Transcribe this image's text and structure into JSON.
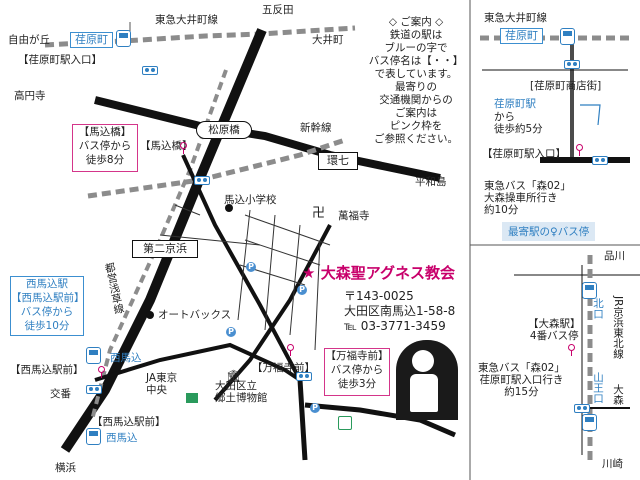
{
  "roads": {
    "tokyu_line": "東急大井町線",
    "gotanda": "五反田",
    "jiyugaoka": "自由が丘",
    "oimachi": "大井町",
    "takabanji": "高円寺",
    "shinkansen": "新幹線",
    "heiwajima": "平和島",
    "kan7": "環七",
    "dai2keihin": "第二京浜",
    "toei_asakusa": "都営浅草線",
    "yokohama": "横浜",
    "koban": "交番",
    "matsubarabashi": "松原橋"
  },
  "labels": {
    "ebaramachi_station": "荏原町",
    "ebaramachi_entrance": "【荏原町駅入口】",
    "magomebashi": "【馬込橋】",
    "magome_elem": "馬込小学校",
    "kofukuji": "萬福寺",
    "autobacs": "オートバックス",
    "ja_tokyo": "JA東京\n中央",
    "museum": "大田区立\n郷土博物館",
    "manpukuji_stop": "【万福寺前】",
    "nishimagome_station": "西馬込",
    "nishimagome_front": "【西馬込駅前】",
    "magome_station": "西馬込"
  },
  "boxes": {
    "magomebashi": "【馬込橋】\nバス停から\n徒歩8分",
    "nishimagome": "西馬込駅\n【西馬込駅前】\nバス停から\n徒歩10分",
    "manpukuji": "【万福寺前】\nバス停から\n徒歩3分"
  },
  "guide": {
    "text": "◇ ご案内 ◇\n鉄道の駅は\nブルーの字で\nバス停名は【・・】\nで表しています。\n最寄りの\n交通機関からの\nご案内は\nピンク枠を\nご参照ください。"
  },
  "church": {
    "name": "大森聖アグネス教会",
    "postal": "〒143-0025",
    "address": "大田区南馬込1-58-8",
    "tel": "℡ 03-3771-3459"
  },
  "inset_top": {
    "line": "東急大井町線",
    "station": "荏原町",
    "street": "[荏原町商店街]",
    "station_blue": "荏原町駅",
    "walk": "から\n徒歩約5分",
    "entrance": "【荏原町駅入口】",
    "bus": "東急バス「森02」\n大森操車所行き\n約10分"
  },
  "chip": "最寄駅の♀バス停",
  "inset_bottom": {
    "shinagawa": "品川",
    "north_exit": "北口",
    "line": "JR京浜東北線",
    "omori_stop": "【大森駅】\n4番バス停",
    "bus": "東急バス「森02」\n荏原町駅入口行き\n約15分",
    "sanno": "山王口",
    "omori": "大森",
    "kawasaki": "川崎"
  },
  "colors": {
    "blue": "#2f7fc1",
    "pink": "#c8006b",
    "road": "#222222",
    "rail_gray": "#8c8c8c"
  }
}
